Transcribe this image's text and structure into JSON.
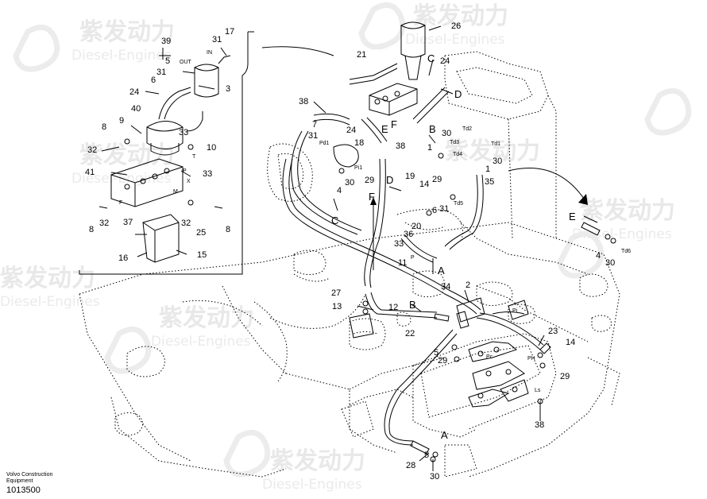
{
  "watermark": {
    "cn": "紫发动力",
    "en": "Diesel-Engines"
  },
  "footer": {
    "brand": "Volvo Construction",
    "sub": "Equipment",
    "id": "1013500"
  },
  "labels": {
    "l39": "39",
    "l31a": "31",
    "l17": "17",
    "lIN": "IN",
    "lOUT": "OUT",
    "l5a": "5",
    "l6a": "6",
    "l31b": "31",
    "l3": "3",
    "l24a": "24",
    "l40": "40",
    "l8a": "8",
    "l9": "9",
    "l33a": "33",
    "l32a": "32",
    "l10": "10",
    "l33b": "33",
    "l41": "41",
    "lF": "F",
    "lM": "M",
    "lX": "X",
    "lP": "P",
    "lT": "T",
    "l8b": "8",
    "l32b": "32",
    "l37": "37",
    "l32c": "32",
    "l25": "25",
    "l8c": "8",
    "l16": "16",
    "l15": "15",
    "l26": "26",
    "l21": "21",
    "lC1": "C",
    "l24b": "24",
    "lD1": "D",
    "l38a": "38",
    "l7": "7",
    "l24c": "24",
    "lE1": "E",
    "lF1": "F",
    "lB1": "B",
    "l30a": "30",
    "lTd2": "Td2",
    "l31c": "31",
    "lPd1": "Pd1",
    "l18": "18",
    "l38b": "38",
    "l1a": "1",
    "lTd3": "Td3",
    "lTd4": "Td4",
    "lTd1": "Td1",
    "l19": "19",
    "l29a": "29",
    "lPi1": "Pi1",
    "lD2": "D",
    "l30b": "30",
    "l4a": "4",
    "l30c": "30",
    "l1b": "1",
    "l14a": "14",
    "l29b": "29",
    "l35": "35",
    "lC2": "C",
    "lF2": "F",
    "l6b": "6",
    "l31d": "31",
    "lTd5": "Td5",
    "lE2": "E",
    "l20": "20",
    "l36": "36",
    "l33c": "33",
    "l11": "11",
    "lA1": "A",
    "lPa": "P",
    "l4b": "4",
    "l30d": "30",
    "lTd6": "Td6",
    "l34": "34",
    "l27": "27",
    "l13": "13",
    "l12": "12",
    "lB2": "B",
    "l22": "22",
    "l2": "2",
    "lPi": "Pi",
    "l23": "23",
    "l5b": "5",
    "l29c": "29",
    "lPc": "Pc",
    "lPH": "PH",
    "l14b": "14",
    "l29d": "29",
    "lLs": "Ls",
    "l38c": "38",
    "l28": "28",
    "l30e": "30",
    "l5c": "5",
    "lA2": "A"
  }
}
